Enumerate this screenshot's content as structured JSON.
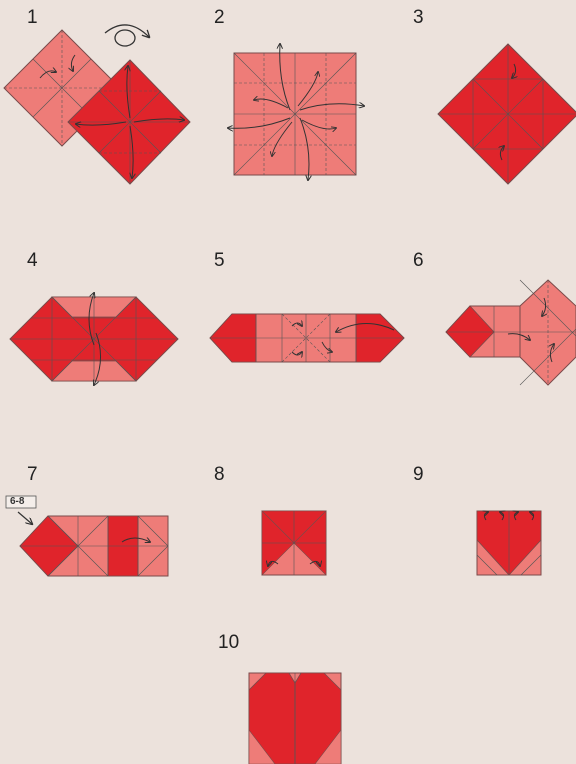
{
  "steps": [
    {
      "number": "1"
    },
    {
      "number": "2"
    },
    {
      "number": "3"
    },
    {
      "number": "4"
    },
    {
      "number": "5"
    },
    {
      "number": "6"
    },
    {
      "number": "7"
    },
    {
      "number": "8"
    },
    {
      "number": "9"
    },
    {
      "number": "10"
    }
  ],
  "step7_reference": "6-8",
  "colors": {
    "background": "#ece2dc",
    "paper_red": "#e0242b",
    "paper_pink": "#ee7c78",
    "crease": "#555555",
    "outline": "#7a4a4a"
  },
  "icons": [
    "flip-over-icon",
    "fold-arrow-icon",
    "unfold-arrow-icon"
  ]
}
